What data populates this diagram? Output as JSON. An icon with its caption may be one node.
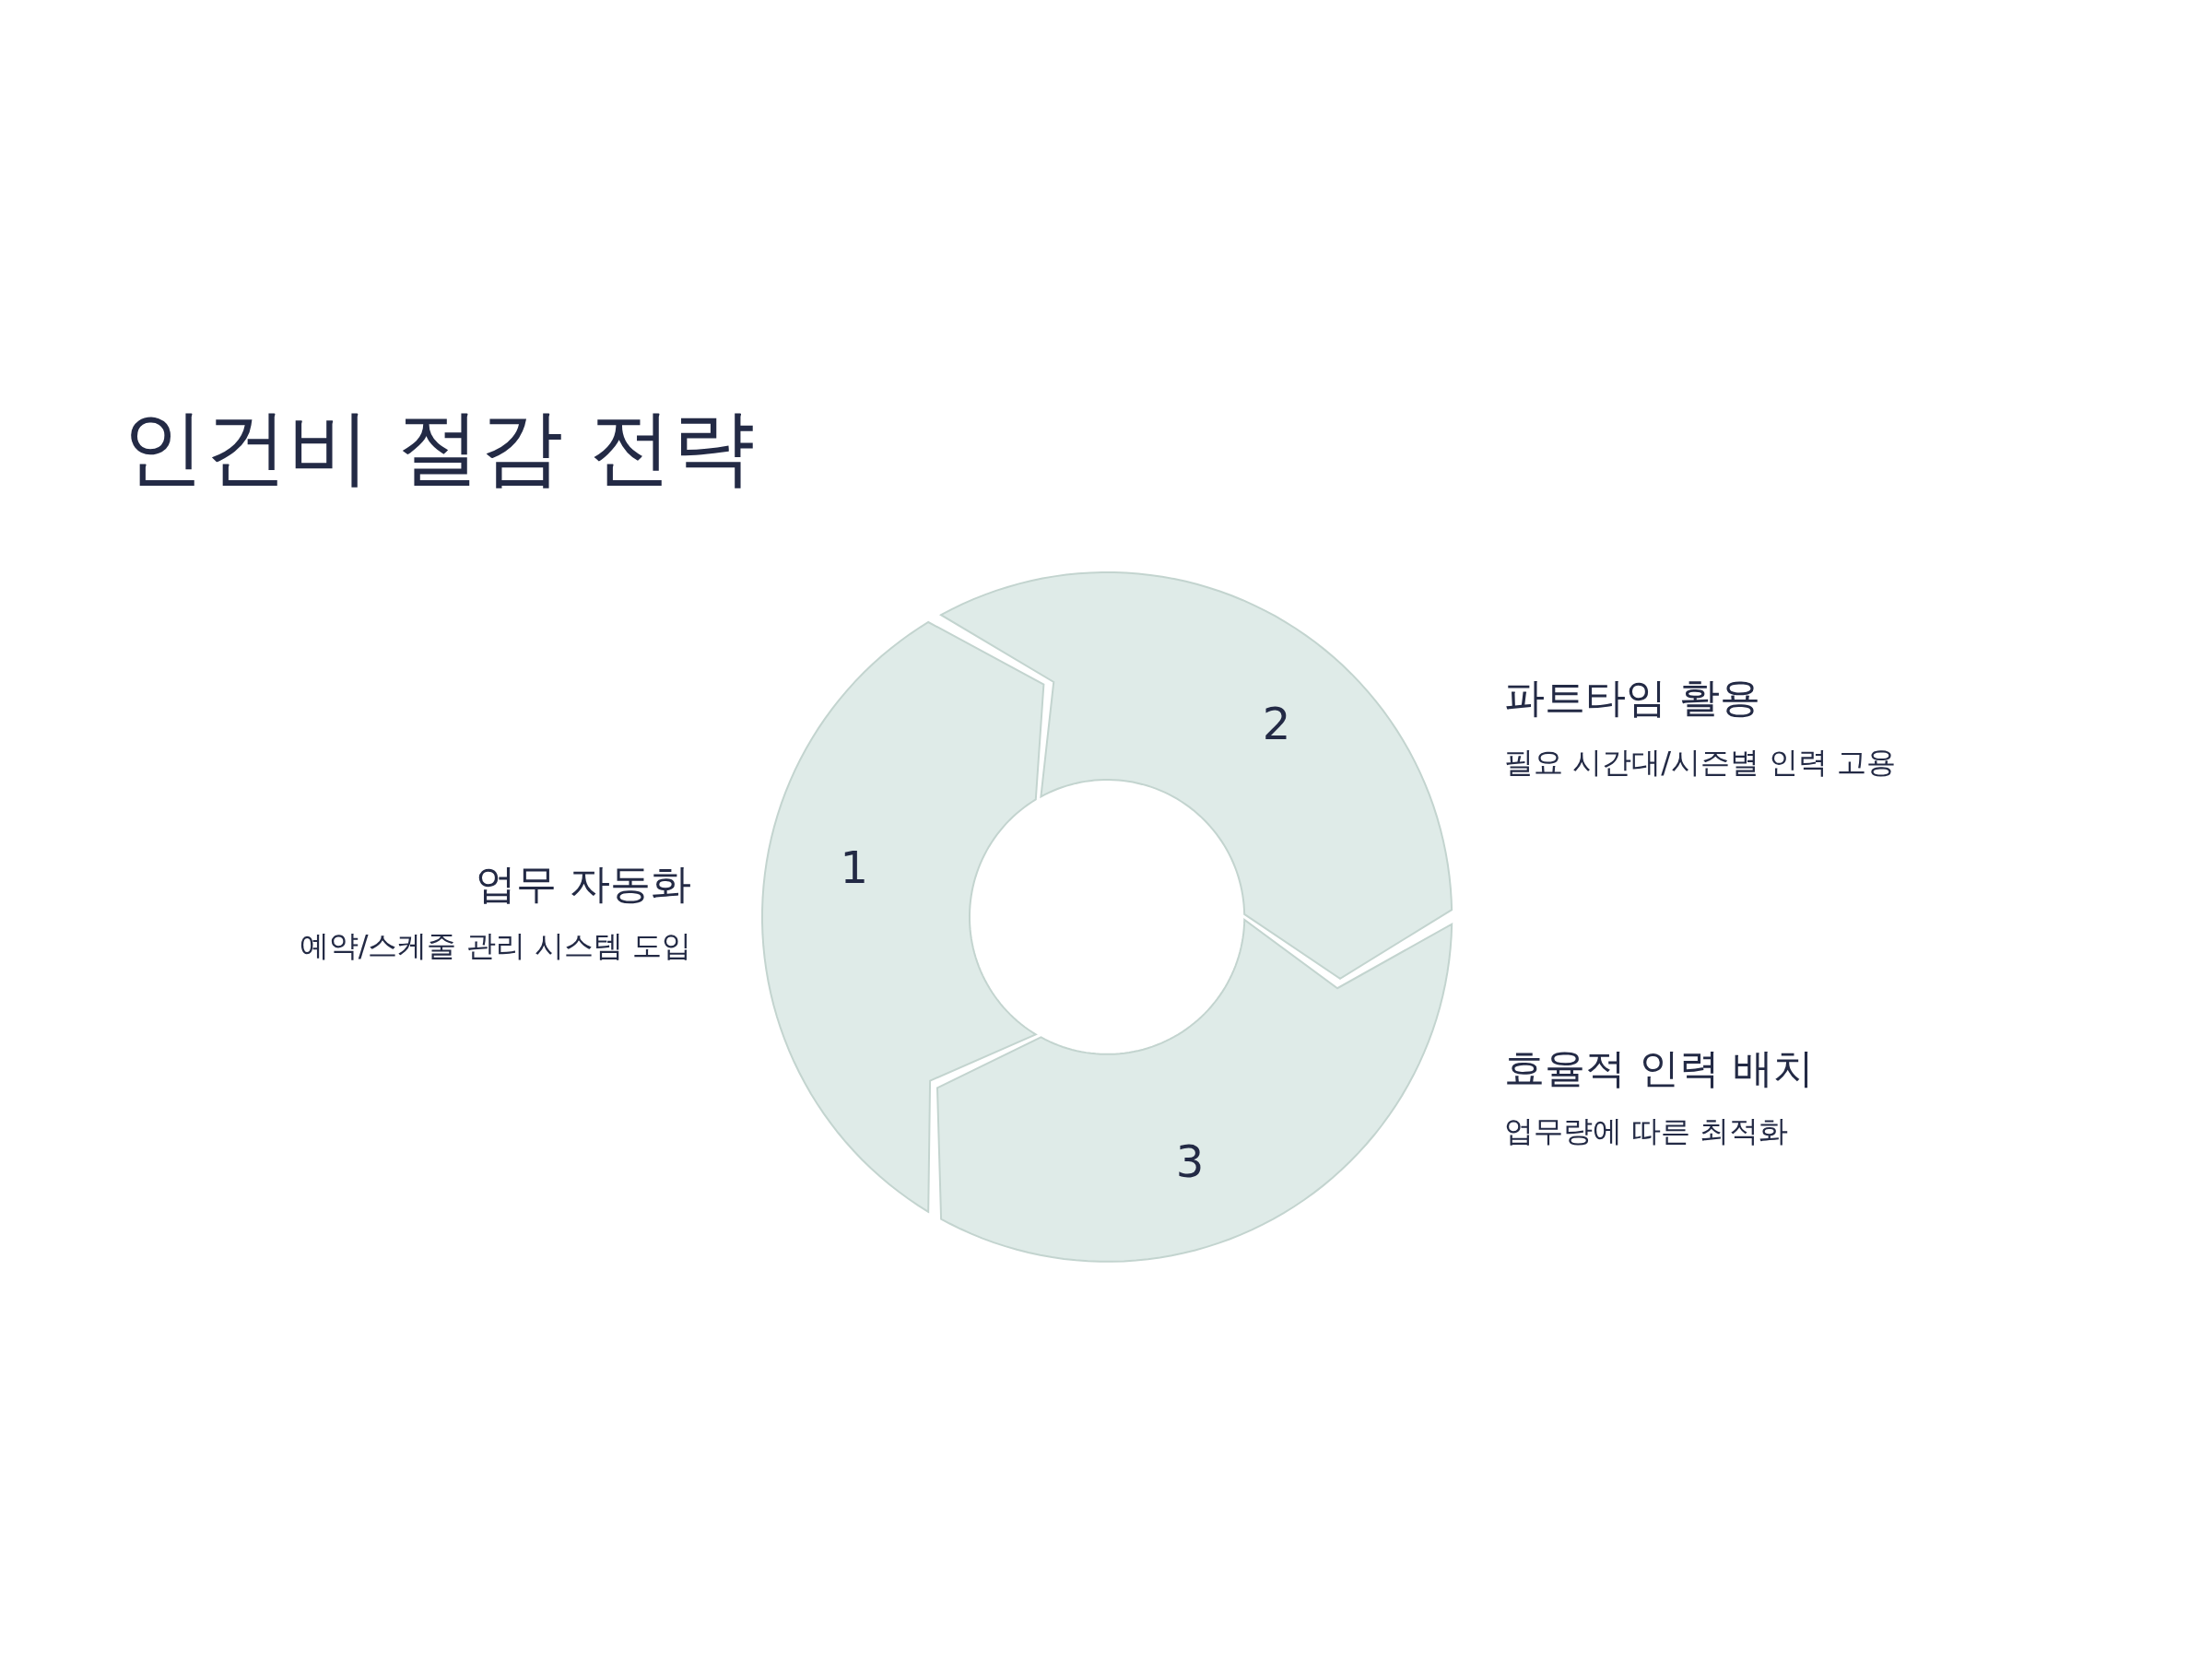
{
  "diagram": {
    "title": "인건비 절감 전략",
    "nodes": [
      {
        "text": [
          "1"
        ],
        "beside": [
          "업무 자동화",
          "예약/스케줄 관리 시스템 도입"
        ]
      },
      {
        "text": [
          "2"
        ],
        "beside": [
          "파트타임 활용",
          "필요 시간대/시즌별 인력 고용"
        ]
      },
      {
        "text": [
          "3"
        ],
        "beside": [
          "효율적 인력 배치",
          "업무량에 따른 최적화"
        ]
      }
    ]
  }
}
